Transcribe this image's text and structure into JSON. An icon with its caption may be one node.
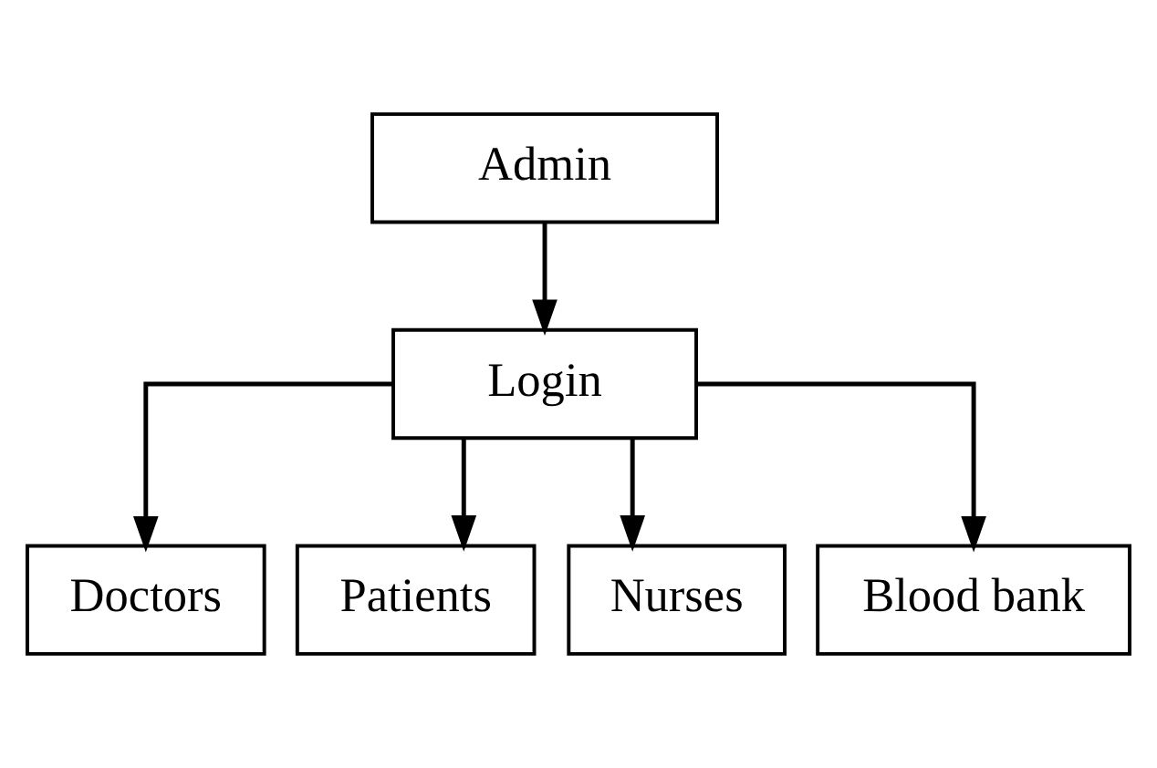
{
  "diagram": {
    "nodes": [
      {
        "text": [
          "Admin"
        ]
      },
      {
        "text": [
          "Login"
        ]
      },
      {
        "text": [
          "Doctors"
        ]
      },
      {
        "text": [
          "Patients"
        ]
      },
      {
        "text": [
          "Nurses"
        ]
      },
      {
        "text": [
          "Blood bank"
        ]
      }
    ],
    "edges": [
      {
        "from": 0,
        "to": 1,
        "arrow": "to"
      },
      {
        "from": 1,
        "to": 2,
        "arrow": "to"
      },
      {
        "from": 1,
        "to": 3,
        "arrow": "to"
      },
      {
        "from": 1,
        "to": 4,
        "arrow": "to"
      },
      {
        "from": 1,
        "to": 5,
        "arrow": "to"
      }
    ]
  }
}
